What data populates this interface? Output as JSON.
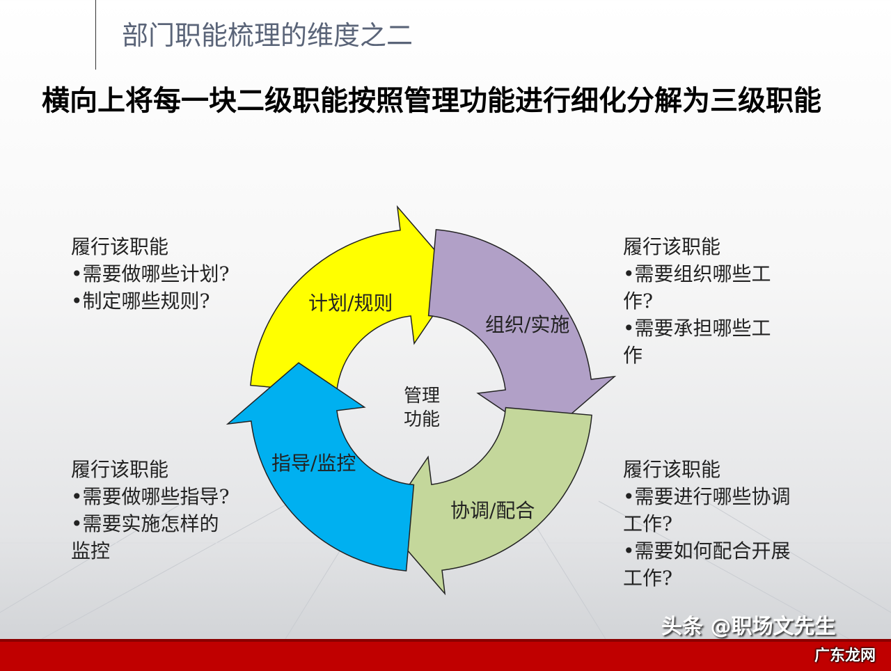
{
  "slide": {
    "title": "部门职能梳理的维度之二",
    "subtitle": "横向上将每一块二级职能按照管理功能进行细化分解为三级职能"
  },
  "blocks": {
    "top_left": [
      "履行该职能",
      "•需要做哪些计划?",
      "•制定哪些规则?"
    ],
    "top_right": [
      "履行该职能",
      "•需要组织哪些工\n作?",
      "•需要承担哪些工\n作"
    ],
    "bottom_left": [
      "履行该职能",
      "•需要做哪些指导?",
      "•需要实施怎样的\n监控"
    ],
    "bottom_right": [
      "履行该职能",
      "•需要进行哪些协调\n工作?",
      "•需要如何配合开展\n工作?"
    ]
  },
  "cycle": {
    "center": [
      "管理",
      "功能"
    ],
    "arrows": [
      {
        "label": "计划/规则",
        "color": "#ffff00"
      },
      {
        "label": "组织/实施",
        "color": "#b1a0c7"
      },
      {
        "label": "协调/配合",
        "color": "#c4d79b"
      },
      {
        "label": "指导/监控",
        "color": "#00b0f0"
      }
    ]
  },
  "watermark": {
    "text": "头条 @职场文先生",
    "text2": "广东龙网"
  },
  "colors": {
    "band": "#c00000",
    "title": "#5a6478"
  }
}
